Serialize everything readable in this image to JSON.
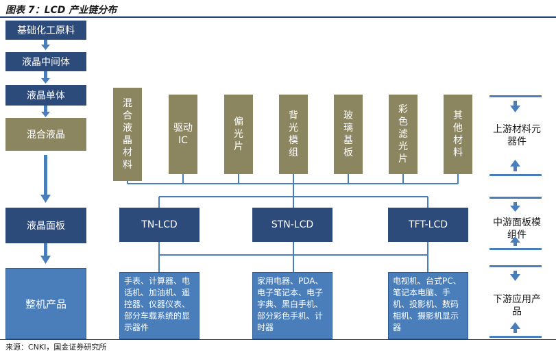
{
  "header": {
    "title": "图表 7：LCD 产业链分布"
  },
  "left_chain": {
    "steps": [
      "基础化工原料",
      "液晶中间体",
      "液晶单体",
      "混合液晶",
      "液晶面板",
      "整机产品"
    ]
  },
  "materials": [
    "混合液晶材料",
    "驱动IC",
    "偏光片",
    "背光模组",
    "玻璃基板",
    "彩色滤光片",
    "其他材料"
  ],
  "panels": [
    "TN-LCD",
    "STN-LCD",
    "TFT-LCD"
  ],
  "products": [
    "手表、计算器、电话机、加油机、遥控器、仪器仪表、部分车载系统的显示器件",
    "家用电器、PDA、电子笔记本、电子字典、黑白手机、部分彩色手机、计时器",
    "电视机、台式PC、笔记本电脑、手机、投影机、数码相机、摄影机显示器"
  ],
  "right_labels": {
    "upstream": "上游材料元器件",
    "midstream": "中游面板模组件",
    "downstream": "下游应用产品"
  },
  "footer": {
    "source": "来源：CNKI，国金证券研究所"
  }
}
